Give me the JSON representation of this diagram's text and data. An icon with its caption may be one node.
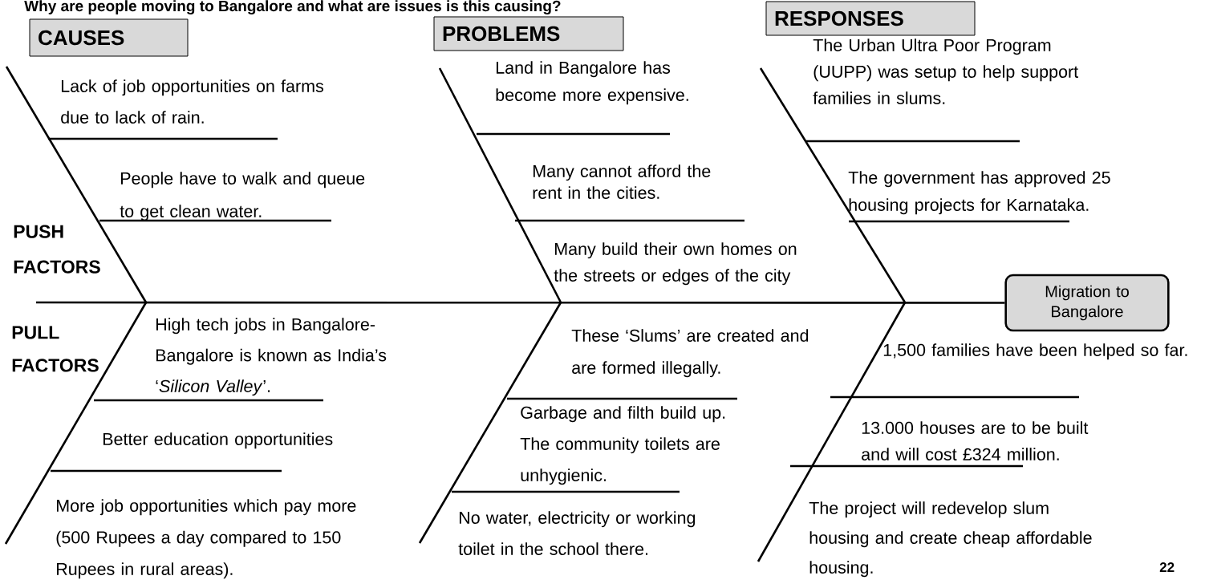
{
  "diagram": {
    "title": "Why are people moving to Bangalore and what are issues is this causing?",
    "nodes": [
      {
        "text": [
          "CAUSES"
        ]
      },
      {
        "text": [
          "PROBLEMS"
        ]
      },
      {
        "text": [
          "RESPONSES"
        ]
      },
      {
        "text": [
          "Migration to Bangalore"
        ]
      }
    ],
    "edges": [
      {
        "from": null,
        "to": 3,
        "arrow": "none"
      }
    ],
    "labels": [
      "Lack of job opportunities on farms due to lack of rain.",
      "People have to walk and queue to get clean water.",
      "PUSH FACTORS",
      "PULL FACTORS",
      "High tech jobs in Bangalore- Bangalore is known as India’s ‘*Silicon Valley*’.",
      "Better education opportunities",
      "More job opportunities which pay more (500 Rupees a day compared to 150 Rupees in rural areas).",
      "Land in Bangalore has become more expensive.",
      "Many cannot afford the rent in the cities.",
      "Many build their own homes on the streets or edges of the city",
      "These ‘Slums’ are created and are formed illegally.",
      "Garbage and filth build up. The community toilets are unhygienic.",
      "No water, electricity or working toilet in the school there.",
      "The Urban Ultra Poor Program (UUPP) was setup to help support families in slums.",
      "The government has approved 25 housing projects for Karnataka.",
      "1,500 families have been helped so far.",
      "13.000 houses are to be built and will cost £324 million.",
      "The project will redevelop slum housing and create cheap affordable housing.",
      "22"
    ]
  }
}
